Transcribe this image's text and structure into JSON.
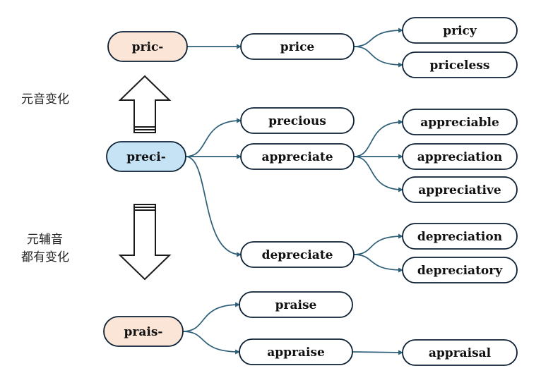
{
  "colors": {
    "root_pric_fill": "#fae5d6",
    "root_preci_fill": "#c6e3f5",
    "root_prais_fill": "#fae5d6",
    "word_fill": "#ffffff",
    "edge": "#2e5f78"
  },
  "notes": {
    "vowel_change": "元音变化",
    "both_change_line1": "元辅音",
    "both_change_line2": "都有变化"
  },
  "nodes": {
    "pric": "pric-",
    "price": "price",
    "pricy": "pricy",
    "priceless": "priceless",
    "preci": "preci-",
    "precious": "precious",
    "appreciate": "appreciate",
    "appreciable": "appreciable",
    "appreciation": "appreciation",
    "appreciative": "appreciative",
    "depreciate": "depreciate",
    "depreciation": "depreciation",
    "depreciatory": "depreciatory",
    "prais": "prais-",
    "praise": "praise",
    "appraise": "appraise",
    "appraisal": "appraisal"
  },
  "edges": [
    [
      "pric",
      "price"
    ],
    [
      "price",
      "pricy"
    ],
    [
      "price",
      "priceless"
    ],
    [
      "preci",
      "precious"
    ],
    [
      "preci",
      "appreciate"
    ],
    [
      "preci",
      "depreciate"
    ],
    [
      "appreciate",
      "appreciable"
    ],
    [
      "appreciate",
      "appreciation"
    ],
    [
      "appreciate",
      "appreciative"
    ],
    [
      "depreciate",
      "depreciation"
    ],
    [
      "depreciate",
      "depreciatory"
    ],
    [
      "prais",
      "praise"
    ],
    [
      "prais",
      "appraise"
    ],
    [
      "appraise",
      "appraisal"
    ]
  ]
}
